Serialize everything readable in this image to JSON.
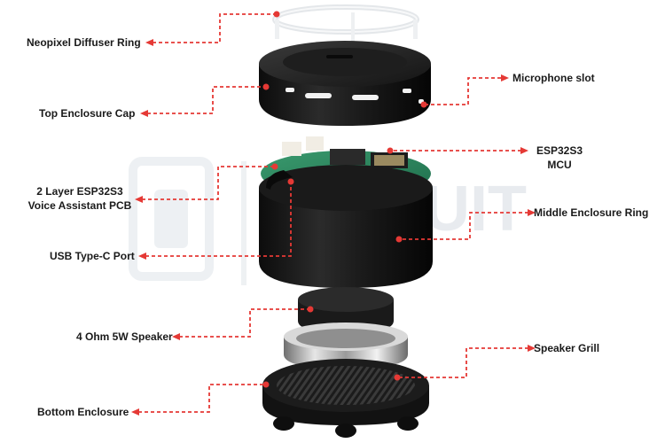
{
  "watermark": {
    "text": "UIT",
    "color": "#e8ebef"
  },
  "colors": {
    "callout": "#e53935",
    "text": "#1a1a1a"
  },
  "labels": {
    "neopixel_ring": "Neopixel Diffuser Ring",
    "top_cap": "Top Enclosure Cap",
    "microphone_slot": "Microphone slot",
    "mcu_line1": "ESP32S3",
    "mcu_line2": "MCU",
    "pcb_line1": "2 Layer ESP32S3",
    "pcb_line2": "Voice Assistant PCB",
    "middle_ring": "Middle Enclosure Ring",
    "usb_port": "USB Type-C Port",
    "speaker": "4 Ohm 5W Speaker",
    "speaker_grill": "Speaker Grill",
    "bottom_enclosure": "Bottom Enclosure"
  }
}
